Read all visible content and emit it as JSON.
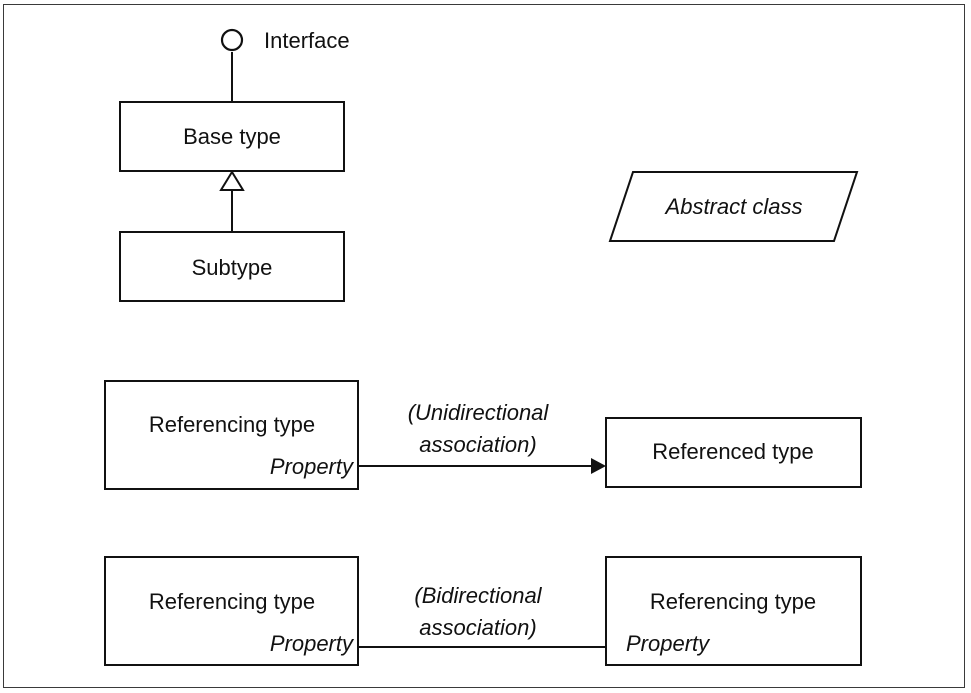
{
  "interface_label": "Interface",
  "base_type_label": "Base type",
  "subtype_label": "Subtype",
  "abstract_class_label": "Abstract class",
  "unidirectional": {
    "source_type": "Referencing type",
    "source_property": "Property",
    "association_line1": "(Unidirectional",
    "association_line2": "association)",
    "target_type": "Referenced type"
  },
  "bidirectional": {
    "left_type": "Referencing type",
    "left_property": "Property",
    "association_line1": "(Bidirectional",
    "association_line2": "association)",
    "right_type": "Referencing type",
    "right_property": "Property"
  }
}
